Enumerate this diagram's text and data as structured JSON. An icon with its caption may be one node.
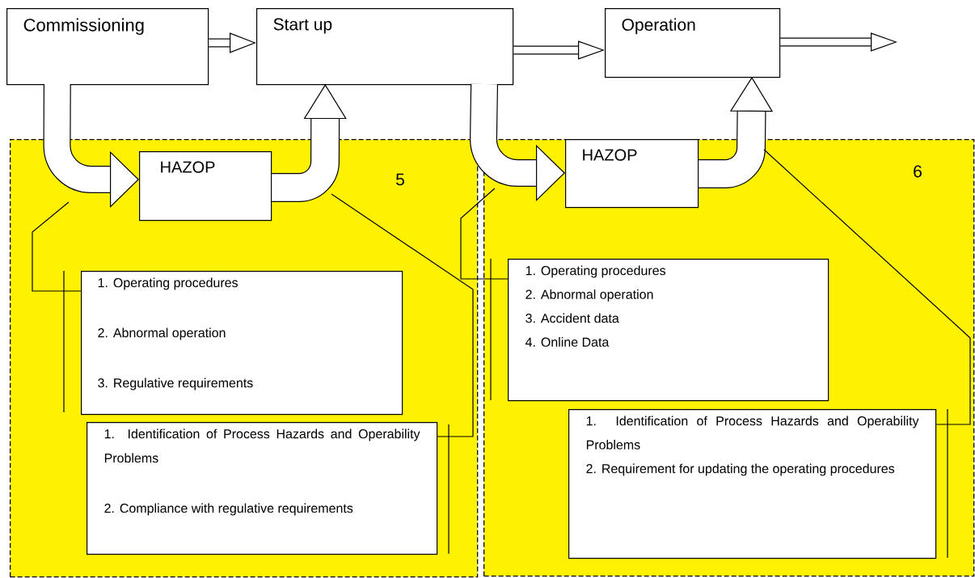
{
  "diagram": {
    "nodes": [
      {
        "text": [
          "Commissioning"
        ]
      },
      {
        "text": [
          "Start up"
        ]
      },
      {
        "text": [
          "Operation"
        ]
      },
      {
        "text": [
          "5"
        ]
      },
      {
        "text": [
          "HAZOP"
        ],
        "in": 3
      },
      {
        "text": [
          "1. Operating procedures",
          "2. Abnormal operation",
          "3. Regulative requirements"
        ],
        "in": 3
      },
      {
        "text": [
          "1. Identification of Process Hazards and Operability Problems",
          "2. Compliance with regulative requirements"
        ],
        "in": 3
      },
      {
        "text": [
          "6"
        ]
      },
      {
        "text": [
          "HAZOP"
        ],
        "in": 7
      },
      {
        "text": [
          "1. Operating procedures",
          "2. Abnormal operation",
          "3. Accident data",
          "4. Online Data"
        ],
        "in": 7
      },
      {
        "text": [
          "1. Identification of Process Hazards and Operability Problems",
          "2. Requirement for updating the operating procedures"
        ],
        "in": 7
      }
    ],
    "edges": [
      {
        "from": 0,
        "to": 1,
        "arrow": "to"
      },
      {
        "from": 1,
        "to": 2,
        "arrow": "to"
      },
      {
        "from": 2,
        "to": null,
        "arrow": "to"
      },
      {
        "from": 0,
        "to": 4,
        "arrow": "to",
        "style": "thick"
      },
      {
        "from": 4,
        "to": 1,
        "arrow": "to",
        "style": "thick"
      },
      {
        "from": 1,
        "to": 8,
        "arrow": "to",
        "style": "thick"
      },
      {
        "from": 8,
        "to": 2,
        "arrow": "to",
        "style": "thick"
      },
      {
        "from": null,
        "to": 5,
        "arrow": "none"
      },
      {
        "from": null,
        "to": 6,
        "arrow": "none"
      },
      {
        "from": null,
        "to": 9,
        "arrow": "none"
      },
      {
        "from": null,
        "to": 10,
        "arrow": "none"
      }
    ]
  }
}
